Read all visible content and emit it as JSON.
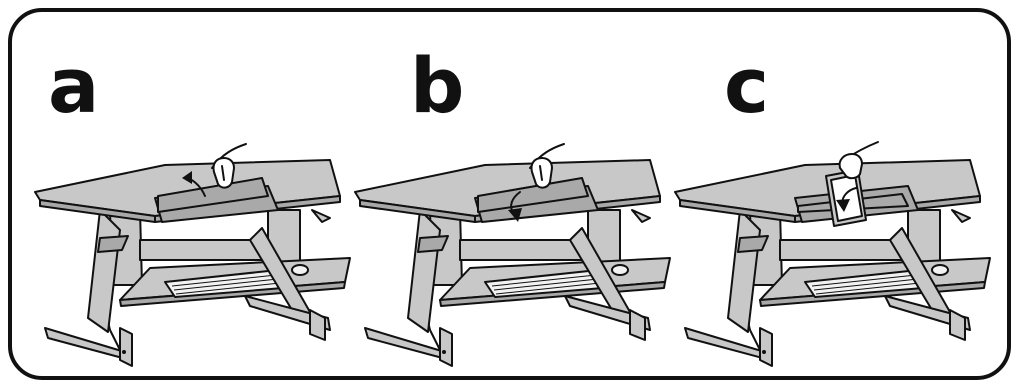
{
  "steps": [
    {
      "id": "a",
      "label": "a",
      "action": "lift-lid"
    },
    {
      "id": "b",
      "label": "b",
      "action": "push-lid-down"
    },
    {
      "id": "c",
      "label": "c",
      "action": "place-tablet"
    }
  ],
  "colors": {
    "outline": "#111111",
    "desk_fill": "#c8c8c8",
    "tray_fill": "#a9a9a9",
    "keyboard_fill": "#f2f2f2",
    "background": "#ffffff"
  },
  "icons": [
    "hand-icon",
    "curved-arrow-icon",
    "keyboard-icon",
    "mouse-icon",
    "tablet-icon"
  ]
}
